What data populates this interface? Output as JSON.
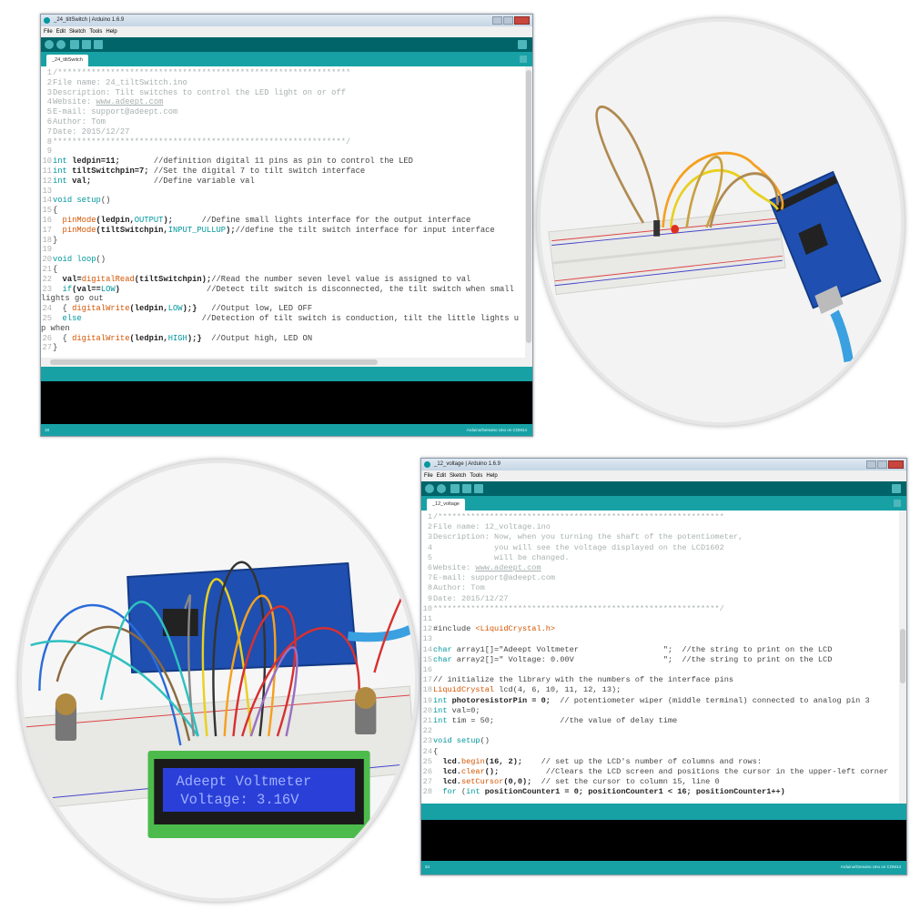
{
  "window1": {
    "title": "_24_tiltSwitch | Arduino 1.6.9",
    "menu": [
      "File",
      "Edit",
      "Sketch",
      "Tools",
      "Help"
    ],
    "tab": "_24_tiltSwitch",
    "status_left": "18",
    "status_right": "Arduino/Genuino Uno on COM14",
    "code": [
      [
        [
          "/*************************************************************",
          "c"
        ]
      ],
      [
        [
          "File name: 24_tiltSwitch.ino",
          "c"
        ]
      ],
      [
        [
          "Description: Tilt switches to control the LED light on or off",
          "c"
        ]
      ],
      [
        [
          "Website: ",
          "c"
        ],
        [
          "www.adeept.com",
          "u"
        ]
      ],
      [
        [
          "E-mail: support@adeept.com",
          "c"
        ]
      ],
      [
        [
          "Author: Tom",
          "c"
        ]
      ],
      [
        [
          "Date: 2015/12/27",
          "c"
        ]
      ],
      [
        [
          "*************************************************************/",
          "c"
        ]
      ],
      [],
      [
        [
          "int ",
          "k"
        ],
        [
          "ledpin=11;",
          "p"
        ],
        [
          "       //definition digital 11 pins as pin to control the LED",
          "s"
        ]
      ],
      [
        [
          "int ",
          "k"
        ],
        [
          "tiltSwitchpin=7;",
          "p"
        ],
        [
          " //Set the digital 7 to tilt switch interface",
          "s"
        ]
      ],
      [
        [
          "int ",
          "k"
        ],
        [
          "val;",
          "p"
        ],
        [
          "             //Define variable val",
          "s"
        ]
      ],
      [],
      [
        [
          "void ",
          "k"
        ],
        [
          "setup",
          "k"
        ],
        [
          "()",
          "s"
        ]
      ],
      [
        [
          "{",
          "s"
        ]
      ],
      [
        [
          "  pinMode",
          "f"
        ],
        [
          "(ledpin,",
          "p"
        ],
        [
          "OUTPUT",
          "n"
        ],
        [
          ");",
          "p"
        ],
        [
          "      //Define small lights interface for the output interface",
          "s"
        ]
      ],
      [
        [
          "  pinMode",
          "f"
        ],
        [
          "(tiltSwitchpin,",
          "p"
        ],
        [
          "INPUT_PULLUP",
          "n"
        ],
        [
          ");",
          "p"
        ],
        [
          "//define the tilt switch interface for input interface",
          "s"
        ]
      ],
      [
        [
          "}",
          "s"
        ]
      ],
      [],
      [
        [
          "void ",
          "k"
        ],
        [
          "loop",
          "k"
        ],
        [
          "()",
          "s"
        ]
      ],
      [
        [
          "{",
          "s"
        ]
      ],
      [
        [
          "  val=",
          "p"
        ],
        [
          "digitalRead",
          "f"
        ],
        [
          "(tiltSwitchpin);",
          "p"
        ],
        [
          "//Read the number seven level value is assigned to val",
          "s"
        ]
      ],
      [
        [
          "  if",
          "k"
        ],
        [
          "(val==",
          "p"
        ],
        [
          "LOW",
          "n"
        ],
        [
          ")",
          "p"
        ],
        [
          "                  //Detect tilt switch is disconnected, the tilt switch when small lights go out",
          "s"
        ]
      ],
      [
        [
          "  { ",
          "s"
        ],
        [
          "digitalWrite",
          "f"
        ],
        [
          "(ledpin,",
          "p"
        ],
        [
          "LOW",
          "n"
        ],
        [
          ");}",
          "p"
        ],
        [
          "   //Output low, LED OFF",
          "s"
        ]
      ],
      [
        [
          "  else",
          "k"
        ],
        [
          "                         //Detection of tilt switch is conduction, tilt the little lights up when",
          "s"
        ]
      ],
      [
        [
          "  { ",
          "s"
        ],
        [
          "digitalWrite",
          "f"
        ],
        [
          "(ledpin,",
          "p"
        ],
        [
          "HIGH",
          "n"
        ],
        [
          ");}",
          "p"
        ],
        [
          "  //Output high, LED ON",
          "s"
        ]
      ],
      [
        [
          "}",
          "s"
        ]
      ]
    ]
  },
  "window2": {
    "title": "_12_voltage | Arduino 1.6.9",
    "menu": [
      "File",
      "Edit",
      "Sketch",
      "Tools",
      "Help"
    ],
    "tab": "_12_voltage",
    "status_left": "34",
    "status_right": "Arduino/Genuino Uno on COM14",
    "code": [
      [
        [
          "/*************************************************************",
          "c"
        ]
      ],
      [
        [
          "File name: 12_voltage.ino",
          "c"
        ]
      ],
      [
        [
          "Description: Now, when you turning the shaft of the potentiometer,",
          "c"
        ]
      ],
      [
        [
          "             you will see the voltage displayed on the LCD1602",
          "c"
        ]
      ],
      [
        [
          "             will be changed.",
          "c"
        ]
      ],
      [
        [
          "Website: ",
          "c"
        ],
        [
          "www.adeept.com",
          "u"
        ]
      ],
      [
        [
          "E-mail: support@adeept.com",
          "c"
        ]
      ],
      [
        [
          "Author: Tom",
          "c"
        ]
      ],
      [
        [
          "Date: 2015/12/27",
          "c"
        ]
      ],
      [
        [
          "*************************************************************/",
          "c"
        ]
      ],
      [],
      [
        [
          "#include ",
          "s"
        ],
        [
          "<LiquidCrystal.h>",
          "f"
        ]
      ],
      [],
      [
        [
          "char ",
          "k"
        ],
        [
          "array1[]=\"Adeept Voltmeter                  \";",
          "s"
        ],
        [
          "  //the string to print on the LCD",
          "s"
        ]
      ],
      [
        [
          "char ",
          "k"
        ],
        [
          "array2[]=\" Voltage: 0.00V                   \";",
          "s"
        ],
        [
          "  //the string to print on the LCD",
          "s"
        ]
      ],
      [],
      [
        [
          "// initialize the library with the numbers of the interface pins",
          "s"
        ]
      ],
      [
        [
          "LiquidCrystal",
          "f"
        ],
        [
          " lcd(4, 6, 10, 11, 12, 13);",
          "s"
        ]
      ],
      [
        [
          "int ",
          "k"
        ],
        [
          "photoresistorPin = 0;",
          "p"
        ],
        [
          "  // potentiometer wiper (middle terminal) connected to analog pin 3",
          "s"
        ]
      ],
      [
        [
          "int ",
          "k"
        ],
        [
          "val=0;",
          "s"
        ]
      ],
      [
        [
          "int ",
          "k"
        ],
        [
          "tim = 50;",
          "s"
        ],
        [
          "              //the value of delay time",
          "s"
        ]
      ],
      [],
      [
        [
          "void ",
          "k"
        ],
        [
          "setup",
          "k"
        ],
        [
          "()",
          "s"
        ]
      ],
      [
        [
          "{",
          "s"
        ]
      ],
      [
        [
          "  lcd.",
          "p"
        ],
        [
          "begin",
          "f"
        ],
        [
          "(16, 2);",
          "p"
        ],
        [
          "    // set up the LCD's number of columns and rows:",
          "s"
        ]
      ],
      [
        [
          "  lcd.",
          "p"
        ],
        [
          "clear",
          "f"
        ],
        [
          "();",
          "p"
        ],
        [
          "          //Clears the LCD screen and positions the cursor in the upper-left corner",
          "s"
        ]
      ],
      [
        [
          "  lcd.",
          "p"
        ],
        [
          "setCursor",
          "f"
        ],
        [
          "(0,0);",
          "p"
        ],
        [
          "  // set the cursor to column 15, line 0",
          "s"
        ]
      ],
      [
        [
          "  for ",
          "k"
        ],
        [
          "(",
          "s"
        ],
        [
          "int ",
          "k"
        ],
        [
          "positionCounter1 = 0; positionCounter1 < 16; positionCounter1++)",
          "p"
        ]
      ]
    ]
  },
  "photo1": {
    "description_icons": "arduino-mega-breadboard-tilt-switch-led"
  },
  "photo2": {
    "lcd_line1": "Adeept Voltmeter",
    "lcd_line2": "Voltage: 3.16V"
  },
  "colors": {
    "toolbar": "#006468",
    "tabbar": "#17a1a5",
    "lcd": "#2a3fd8",
    "board": "#1f4fb0"
  }
}
